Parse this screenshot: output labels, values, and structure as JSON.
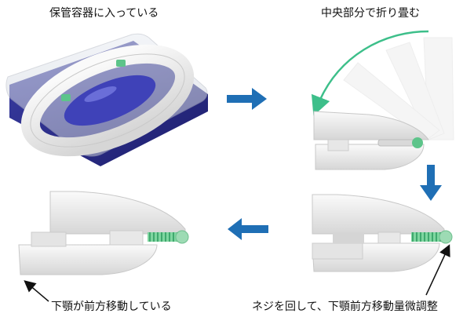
{
  "captions": {
    "top_left": "保管容器に入っている",
    "top_right": "中央部分で折り畳む",
    "bottom_left": "下顎が前方移動している",
    "bottom_right": "ネジを回して、下顎前方移動量微調整"
  },
  "colors": {
    "step_arrow": "#1f6fb5",
    "fold_arrow": "#3dbf8a",
    "container_blue": "#2c2d8f",
    "device_white": "#eeeeee",
    "spring_green": "#5dc48a"
  }
}
